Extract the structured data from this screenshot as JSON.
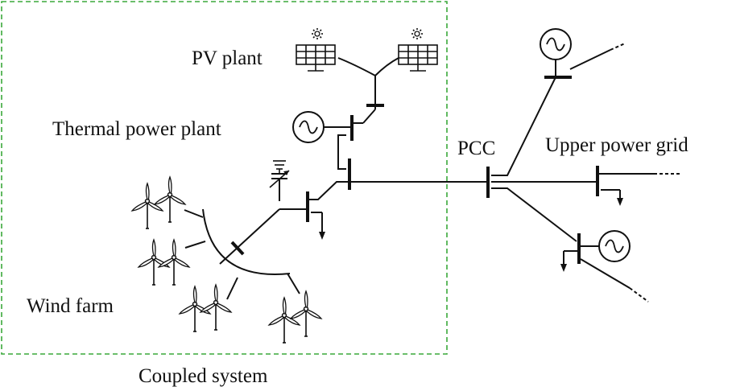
{
  "labels": {
    "pv_plant": "PV plant",
    "thermal_plant": "Thermal power plant",
    "pcc": "PCC",
    "upper_grid": "Upper power grid",
    "wind_farm": "Wind farm",
    "coupled_system": "Coupled system"
  },
  "colors": {
    "boundary": "#3aa83a",
    "line": "#111111"
  },
  "icons": [
    "solar-panel-icon",
    "sun-icon",
    "generator-icon",
    "wind-turbine-icon",
    "capacitor-icon",
    "load-arrow-icon"
  ]
}
